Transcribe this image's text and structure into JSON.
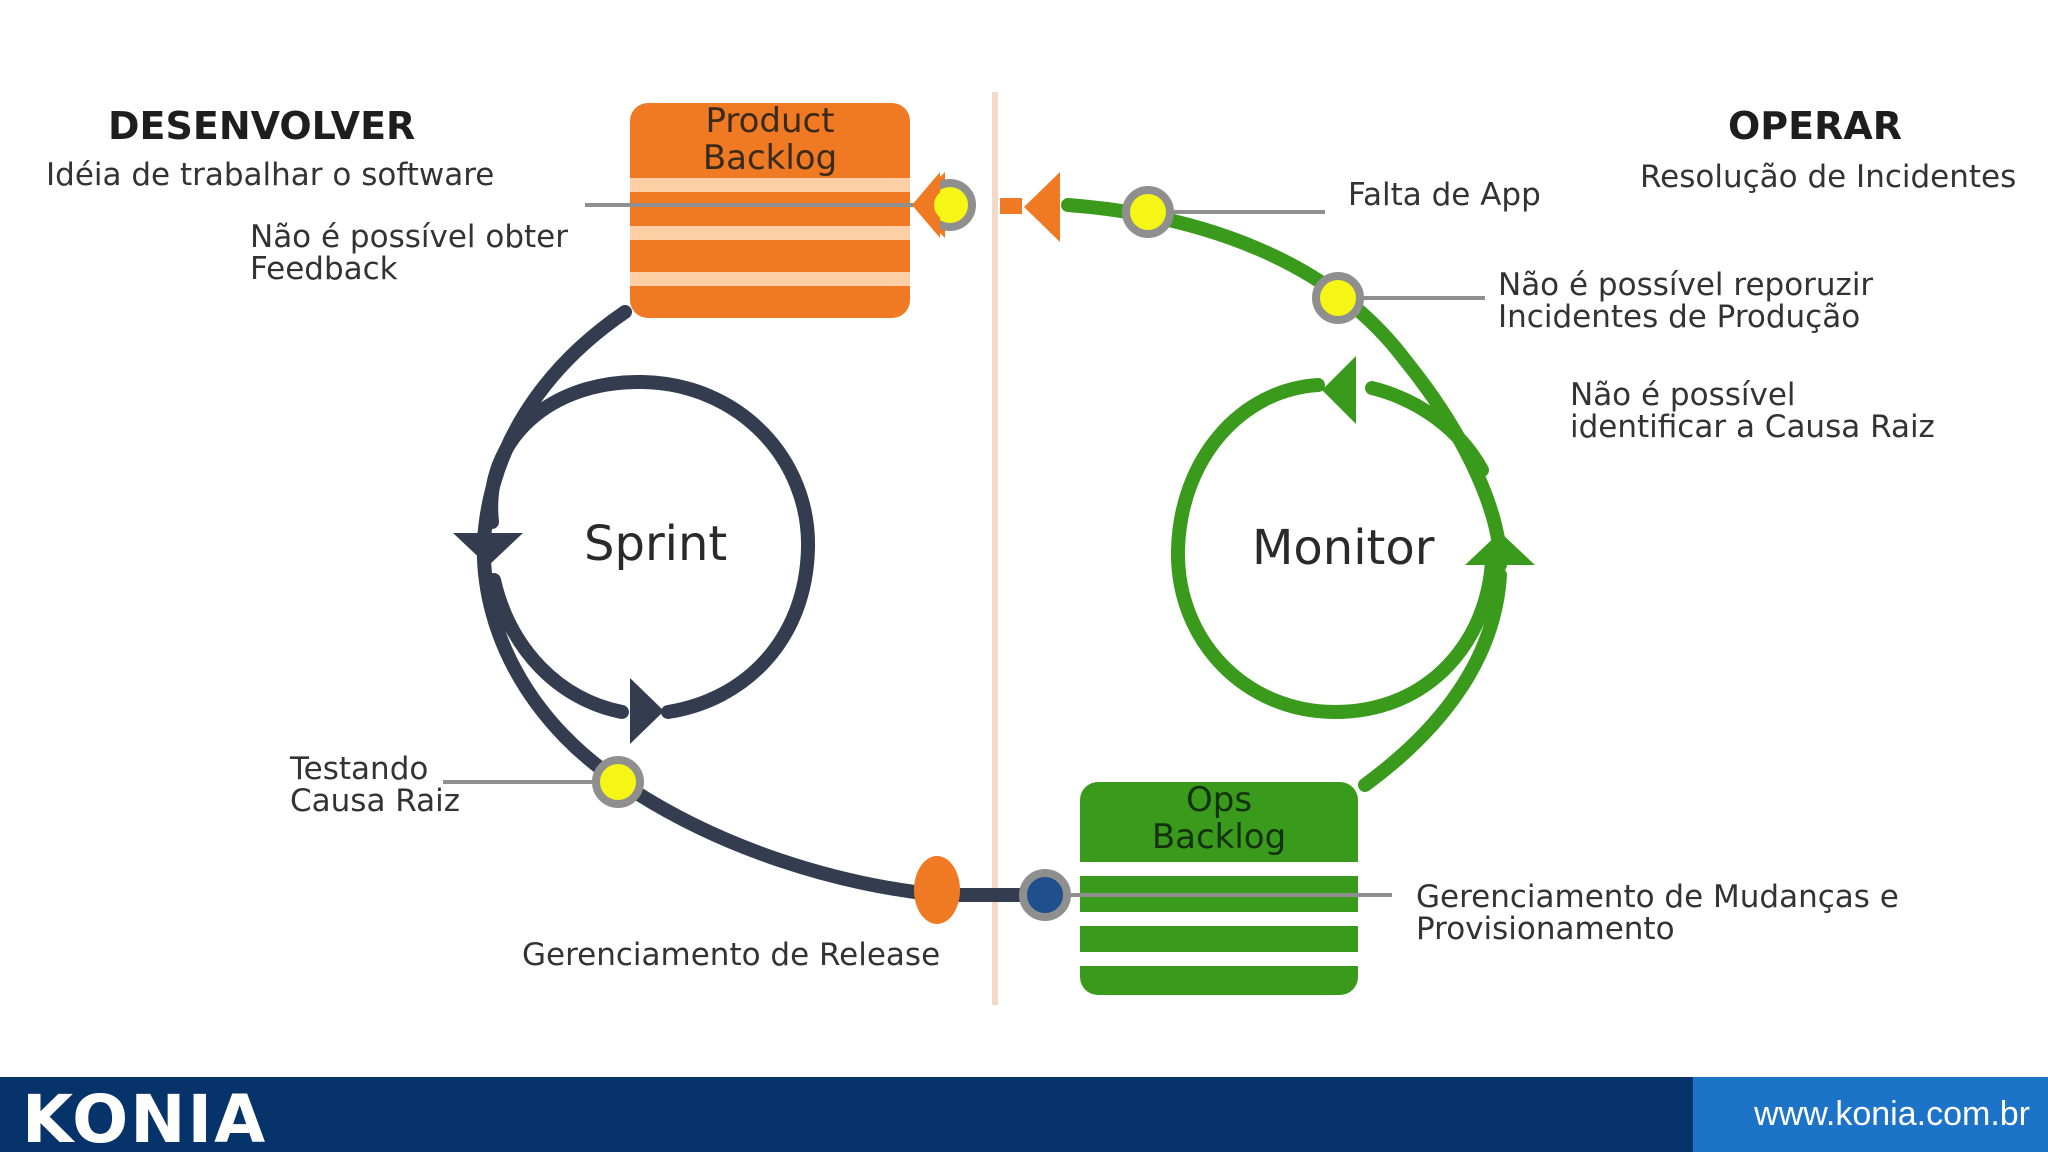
{
  "colors": {
    "orange": "#f07a24",
    "orange_stripe": "#ffd0a6",
    "green": "#3a9a1c",
    "dark": "#333d4f",
    "yellow": "#f5f516",
    "node_ring": "#8f8f8f",
    "node_blue": "#1f4f8c",
    "footer": "#07336b",
    "footer_url_bg": "#1c73c7"
  },
  "left": {
    "heading": "DESENVOLVER",
    "subheading": "Idéia de trabalhar o software",
    "feedback_label": [
      "Não é possível obter",
      "Feedback"
    ],
    "testing_label": [
      "Testando",
      "Causa Raiz"
    ],
    "release_label": "Gerenciamento de Release",
    "cycle_label": "Sprint",
    "backlog_title": [
      "Product",
      "Backlog"
    ]
  },
  "right": {
    "heading": "OPERAR",
    "subheading": "Resolução de Incidentes",
    "app_label": "Falta de App",
    "reproduce_label": [
      "Não é possível reporuzir",
      "Incidentes de Produção"
    ],
    "rootcause_label": [
      "Não é possível",
      "identificar a Causa Raiz"
    ],
    "change_label": [
      "Gerenciamento de Mudanças e",
      " Provisionamento"
    ],
    "cycle_label": "Monitor",
    "backlog_title": [
      "Ops",
      "Backlog"
    ]
  },
  "footer": {
    "logo": "KONIA",
    "url": "www.konia.com.br"
  }
}
